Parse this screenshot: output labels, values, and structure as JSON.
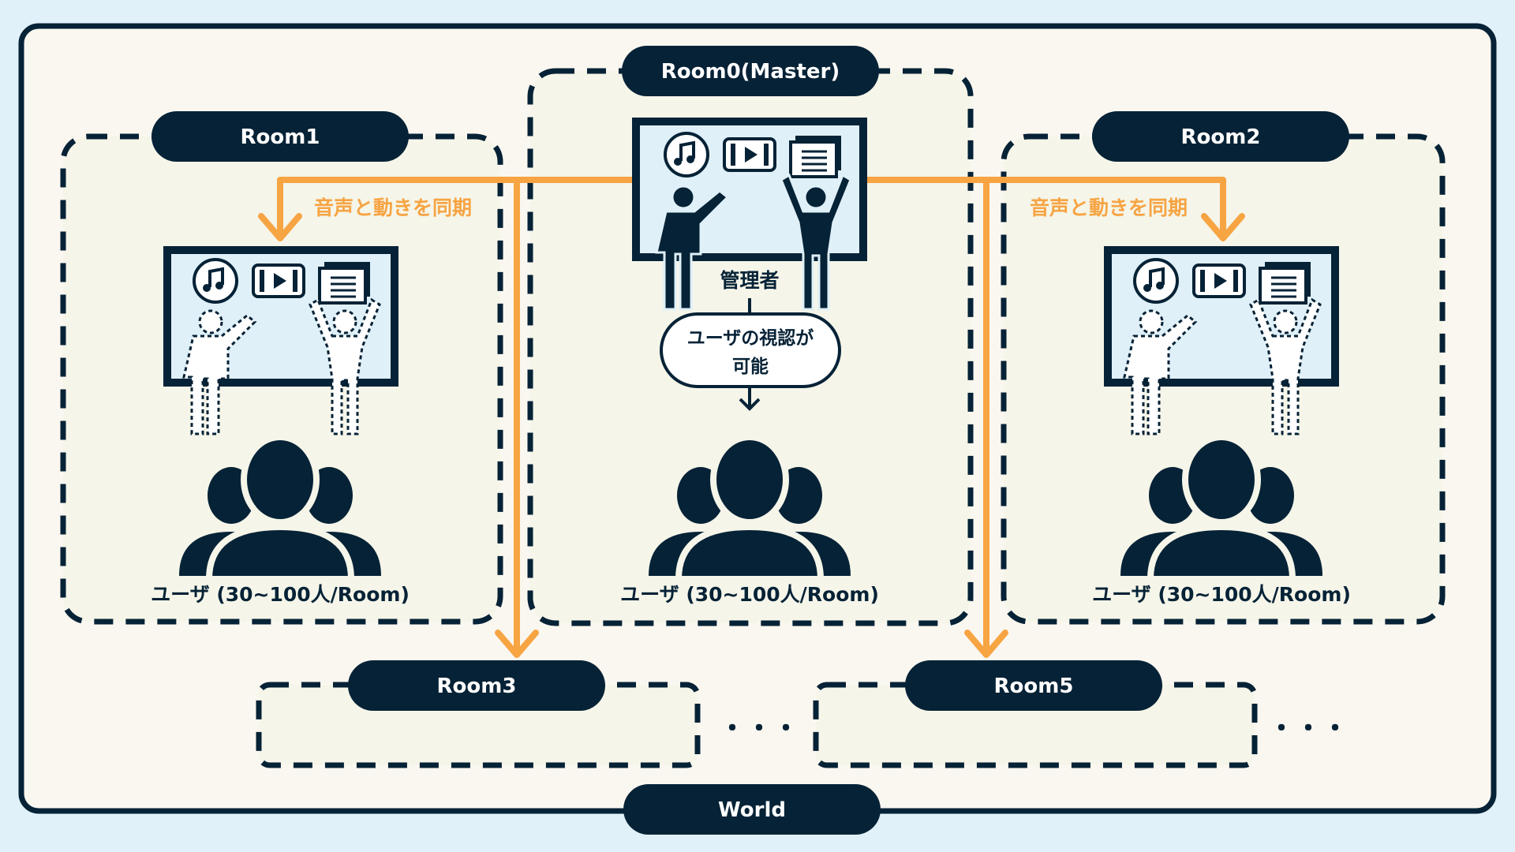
{
  "world": {
    "label": "World"
  },
  "rooms": {
    "master": {
      "label": "Room0(Master)"
    },
    "room1": {
      "label": "Room1"
    },
    "room2": {
      "label": "Room2"
    },
    "room3": {
      "label": "Room3"
    },
    "room5": {
      "label": "Room5"
    }
  },
  "sync_label": "音声と動きを同期",
  "admin_label": "管理者",
  "viewable": {
    "line1": "ユーザの視認が",
    "line2": "可能"
  },
  "users_label": "ユーザ (30~100人/Room)",
  "ellipsis": "・・・",
  "colors": {
    "navy": "#062236",
    "orange": "#f7a443",
    "panel": "#faf7f0",
    "room_fill": "#f5f5e9",
    "screen": "#dff0f8",
    "bg": "#e1f1f9"
  }
}
